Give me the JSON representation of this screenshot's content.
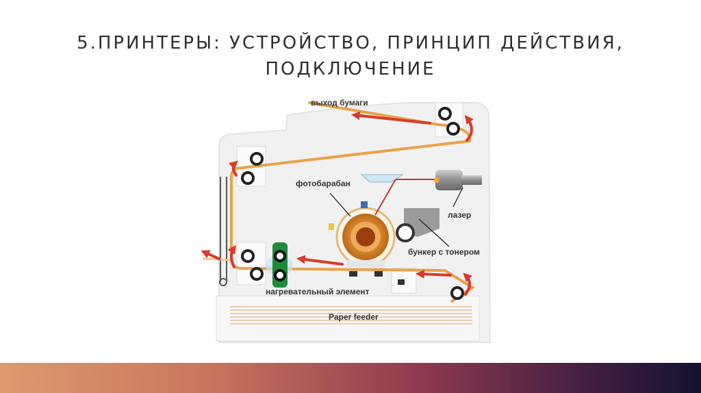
{
  "slide": {
    "title_line1": "5.ПРИНТЕРЫ: УСТРОЙСТВО, ПРИНЦИП ДЕЙСТВИЯ,",
    "title_line2": "ПОДКЛЮЧЕНИЕ"
  },
  "diagram": {
    "labels": {
      "paper_out": "выход бумаги",
      "drum": "фотобарабан",
      "laser": "лазер",
      "toner": "бункер с тонером",
      "heater": "нагревательный элемент",
      "feeder": "Paper feeder"
    }
  },
  "colors": {
    "paper_path": "#e8a24a",
    "arrow": "#d93a2b",
    "heater": "#1f8a3c",
    "drum": "#c8741f",
    "accent_bar": [
      "#dc9b6d",
      "#8e3a4f",
      "#141330"
    ]
  }
}
